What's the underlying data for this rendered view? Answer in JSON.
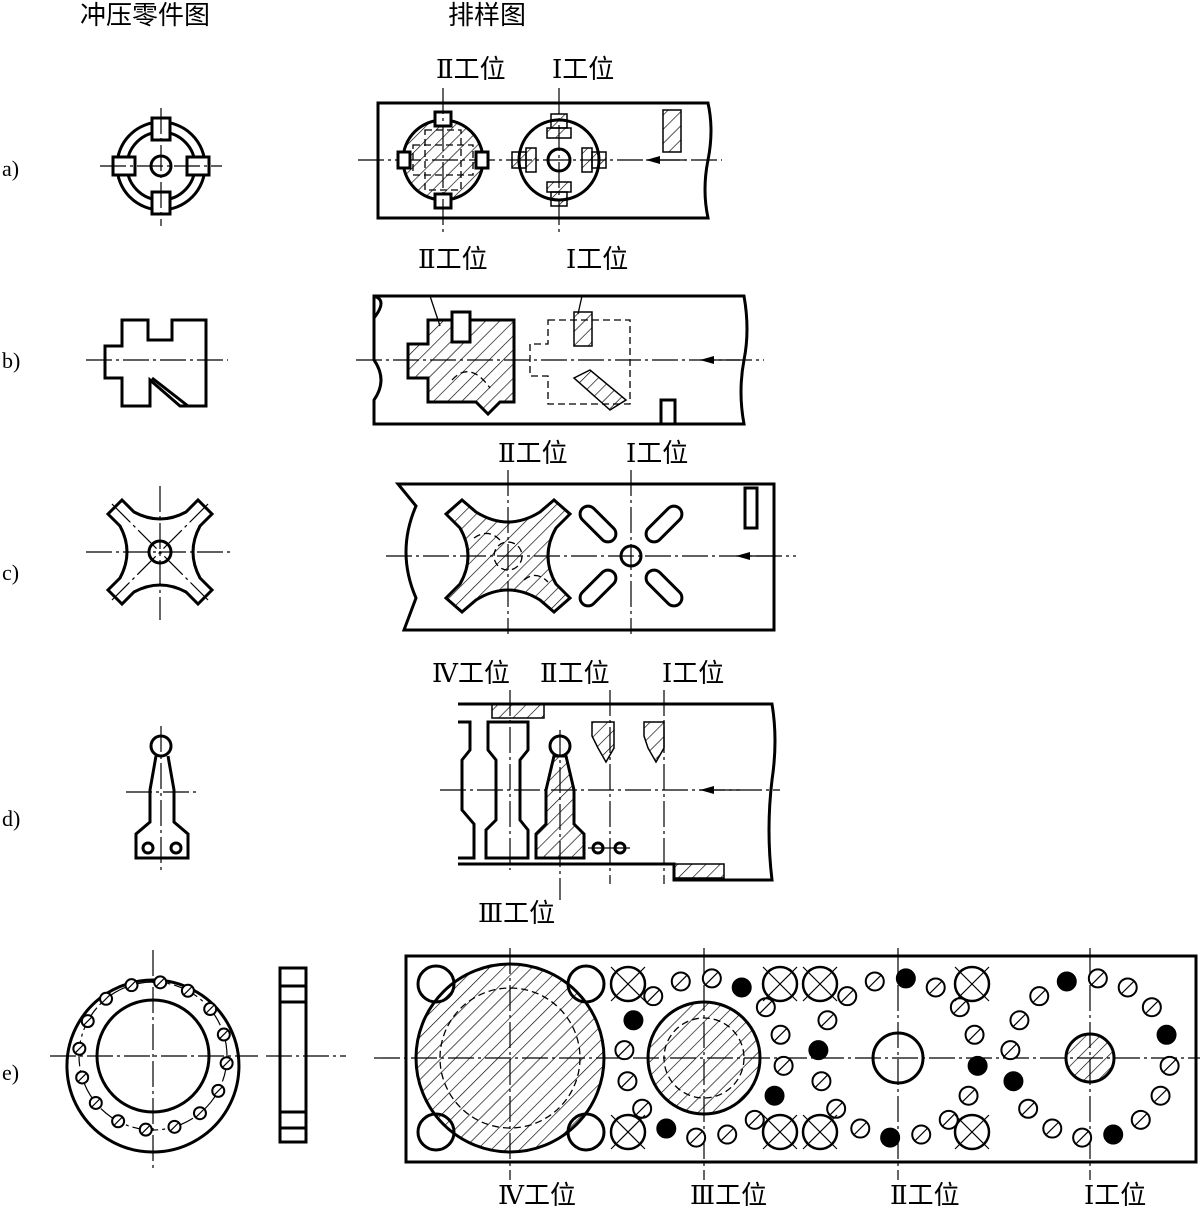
{
  "headers": {
    "part_drawing": "冲压零件图",
    "layout_drawing": "排样图"
  },
  "rows": [
    {
      "label": "a)",
      "stations": [
        "Ⅱ工位",
        "Ⅰ工位"
      ]
    },
    {
      "label": "b)",
      "stations": [
        "Ⅱ工位",
        "Ⅰ工位"
      ]
    },
    {
      "label": "c)",
      "stations": [
        "Ⅱ工位",
        "Ⅰ工位"
      ]
    },
    {
      "label": "d)",
      "stations": [
        "Ⅳ工位",
        "Ⅱ工位",
        "Ⅰ工位",
        "Ⅲ工位"
      ]
    },
    {
      "label": "e)",
      "stations": [
        "Ⅳ工位",
        "Ⅲ工位",
        "Ⅱ工位",
        "Ⅰ工位"
      ]
    }
  ]
}
